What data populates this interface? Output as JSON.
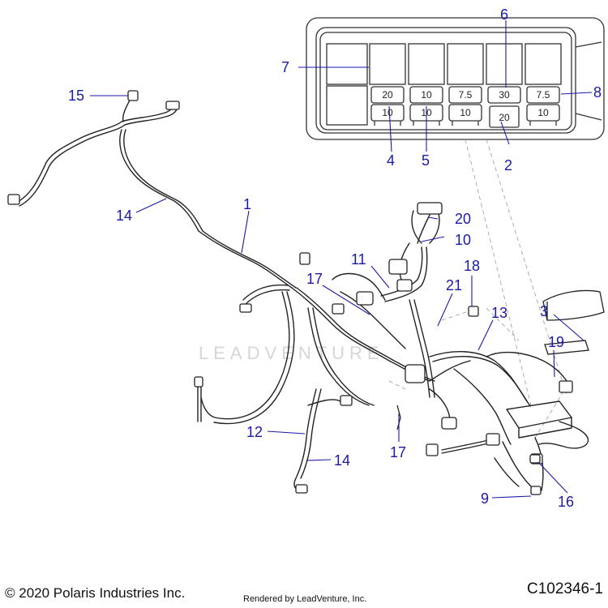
{
  "watermark": "LEADVENTURE",
  "footer": {
    "copyright": "© 2020 Polaris Industries Inc.",
    "rendered_by": "Rendered by LeadVenture, Inc.",
    "diagram_code": "C102346-1"
  },
  "fuse_box": {
    "fuses": [
      "20",
      "10",
      "7.5",
      "30",
      "7.5",
      "10",
      "10",
      "10",
      "20",
      "10"
    ]
  },
  "callouts": [
    "1",
    "2",
    "3",
    "4",
    "5",
    "6",
    "7",
    "8",
    "9",
    "10",
    "11",
    "12",
    "13",
    "14",
    "14",
    "15",
    "16",
    "17",
    "17",
    "18",
    "19",
    "20",
    "21"
  ],
  "colors": {
    "callout": "#1a1aa8",
    "line": "#222222",
    "leader": "#1a1aa8",
    "watermark": "#d6d6d6"
  }
}
